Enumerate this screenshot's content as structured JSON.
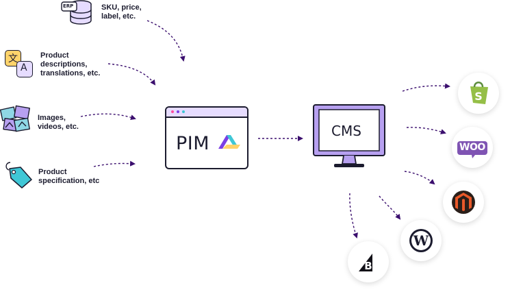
{
  "sources": [
    {
      "id": "erp",
      "label_lines": [
        "SKU, price,",
        "label, etc."
      ],
      "icon": "erp-database-icon",
      "badge": "ERP"
    },
    {
      "id": "descriptions",
      "label_lines": [
        "Product",
        "descriptions,",
        "translations, etc."
      ],
      "icon": "translation-icon",
      "glyph_a": "文",
      "glyph_b": "A"
    },
    {
      "id": "media",
      "label_lines": [
        "Images,",
        "videos, etc."
      ],
      "icon": "images-icon"
    },
    {
      "id": "specification",
      "label_lines": [
        "Product",
        "specification, etc"
      ],
      "icon": "tag-icon"
    }
  ],
  "pim": {
    "label": "PIM",
    "icon": "pim-logo-icon"
  },
  "cms": {
    "label": "CMS",
    "icon": "monitor-icon"
  },
  "platforms": [
    {
      "name": "Shopify",
      "icon": "shopify-icon",
      "color": "#95bf47"
    },
    {
      "name": "WooCommerce",
      "icon": "woocommerce-icon",
      "color": "#7f54b3",
      "text": "WOO"
    },
    {
      "name": "Magento",
      "icon": "magento-icon",
      "color": "#e9592a"
    },
    {
      "name": "WordPress",
      "icon": "wordpress-icon",
      "color": "#1b1b2e"
    },
    {
      "name": "BigCommerce",
      "icon": "bigcommerce-icon",
      "color": "#121118"
    }
  ],
  "colors": {
    "arrow": "#3b0f6e",
    "accent_purple": "#7b3fe4",
    "light_purple": "#e6dcff",
    "teal": "#3fc7d6"
  }
}
